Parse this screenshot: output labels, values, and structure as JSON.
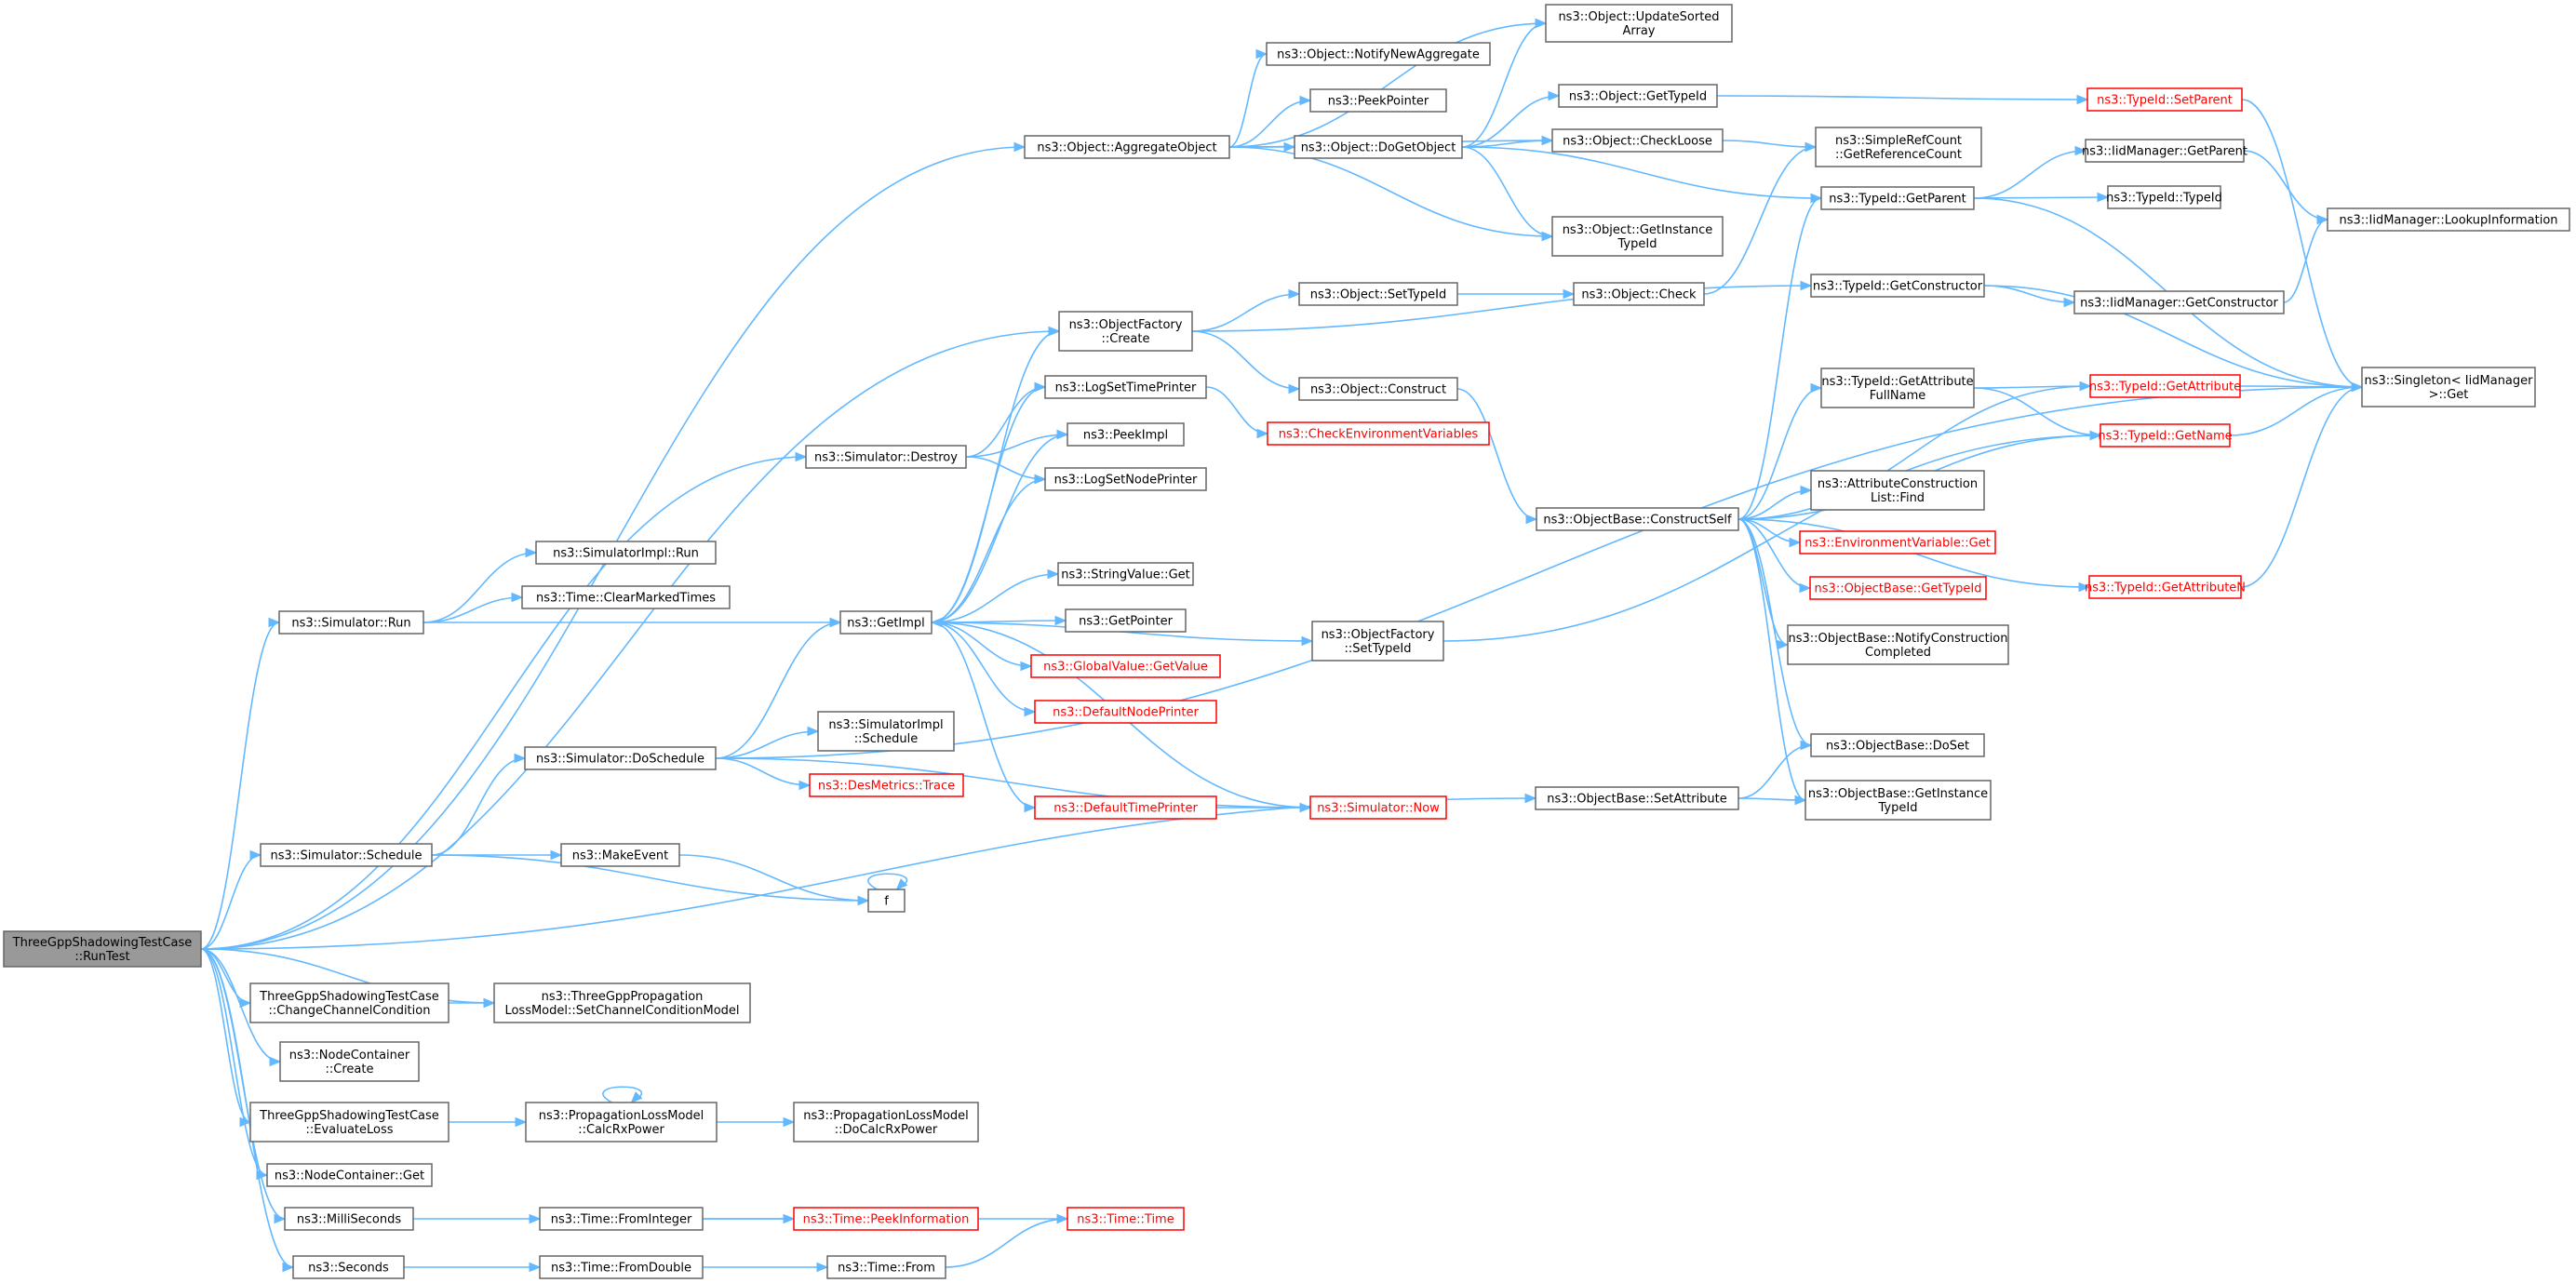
{
  "graph": {
    "nodes": [
      {
        "id": "root",
        "label": [
          "ThreeGppShadowingTestCase",
          "::RunTest"
        ],
        "style": "root"
      },
      {
        "id": "AggregateObject",
        "label": [
          "ns3::Object::AggregateObject"
        ],
        "style": "normal"
      },
      {
        "id": "UpdateSortedArray",
        "label": [
          "ns3::Object::UpdateSorted",
          "Array"
        ],
        "style": "normal"
      },
      {
        "id": "NotifyNewAggregate",
        "label": [
          "ns3::Object::NotifyNewAggregate"
        ],
        "style": "normal"
      },
      {
        "id": "PeekPointer",
        "label": [
          "ns3::PeekPointer"
        ],
        "style": "normal"
      },
      {
        "id": "DoGetObject",
        "label": [
          "ns3::Object::DoGetObject"
        ],
        "style": "normal"
      },
      {
        "id": "ObjGetTypeId",
        "label": [
          "ns3::Object::GetTypeId"
        ],
        "style": "normal"
      },
      {
        "id": "CheckLoose",
        "label": [
          "ns3::Object::CheckLoose"
        ],
        "style": "normal"
      },
      {
        "id": "ObjGetInstanceTypeId",
        "label": [
          "ns3::Object::GetInstance",
          "TypeId"
        ],
        "style": "normal"
      },
      {
        "id": "GetReferenceCount",
        "label": [
          "ns3::SimpleRefCount",
          "::GetReferenceCount"
        ],
        "style": "normal"
      },
      {
        "id": "SetParent",
        "label": [
          "ns3::TypeId::SetParent"
        ],
        "style": "red"
      },
      {
        "id": "TIGetParent",
        "label": [
          "ns3::TypeId::GetParent"
        ],
        "style": "normal"
      },
      {
        "id": "IMGetParent",
        "label": [
          "ns3::IidManager::GetParent"
        ],
        "style": "normal"
      },
      {
        "id": "TypeIdCtor",
        "label": [
          "ns3::TypeId::TypeId"
        ],
        "style": "normal"
      },
      {
        "id": "LookupInformation",
        "label": [
          "ns3::IidManager::LookupInformation"
        ],
        "style": "normal"
      },
      {
        "id": "ObjFactoryCreate",
        "label": [
          "ns3::ObjectFactory",
          "::Create"
        ],
        "style": "normal"
      },
      {
        "id": "ObjSetTypeId",
        "label": [
          "ns3::Object::SetTypeId"
        ],
        "style": "normal"
      },
      {
        "id": "ObjCheck",
        "label": [
          "ns3::Object::Check"
        ],
        "style": "normal"
      },
      {
        "id": "TIGetConstructor",
        "label": [
          "ns3::TypeId::GetConstructor"
        ],
        "style": "normal"
      },
      {
        "id": "IMGetConstructor",
        "label": [
          "ns3::IidManager::GetConstructor"
        ],
        "style": "normal"
      },
      {
        "id": "SingletonGet",
        "label": [
          "ns3::Singleton< IidManager",
          "  >::Get"
        ],
        "style": "normal"
      },
      {
        "id": "ObjConstruct",
        "label": [
          "ns3::Object::Construct"
        ],
        "style": "normal"
      },
      {
        "id": "LogSetTimePrinter",
        "label": [
          "ns3::LogSetTimePrinter"
        ],
        "style": "normal"
      },
      {
        "id": "CheckEnvVars",
        "label": [
          "ns3::CheckEnvironmentVariables"
        ],
        "style": "red"
      },
      {
        "id": "TIGetAttributeFullName",
        "label": [
          "ns3::TypeId::GetAttribute",
          "FullName"
        ],
        "style": "normal"
      },
      {
        "id": "TIGetAttribute",
        "label": [
          "ns3::TypeId::GetAttribute"
        ],
        "style": "red"
      },
      {
        "id": "TIGetName",
        "label": [
          "ns3::TypeId::GetName"
        ],
        "style": "red"
      },
      {
        "id": "SimDestroy",
        "label": [
          "ns3::Simulator::Destroy"
        ],
        "style": "normal"
      },
      {
        "id": "PeekImpl",
        "label": [
          "ns3::PeekImpl"
        ],
        "style": "normal"
      },
      {
        "id": "LogSetNodePrinter",
        "label": [
          "ns3::LogSetNodePrinter"
        ],
        "style": "normal"
      },
      {
        "id": "ConstructSelf",
        "label": [
          "ns3::ObjectBase::ConstructSelf"
        ],
        "style": "normal"
      },
      {
        "id": "ACLFind",
        "label": [
          "ns3::AttributeConstruction",
          "List::Find"
        ],
        "style": "normal"
      },
      {
        "id": "SimImplRun",
        "label": [
          "ns3::SimulatorImpl::Run"
        ],
        "style": "normal"
      },
      {
        "id": "EnvVarGet",
        "label": [
          "ns3::EnvironmentVariable::Get"
        ],
        "style": "red"
      },
      {
        "id": "ClearMarkedTimes",
        "label": [
          "ns3::Time::ClearMarkedTimes"
        ],
        "style": "normal"
      },
      {
        "id": "OBGetTypeId",
        "label": [
          "ns3::ObjectBase::GetTypeId"
        ],
        "style": "red"
      },
      {
        "id": "TIGetAttributeN",
        "label": [
          "ns3::TypeId::GetAttributeN"
        ],
        "style": "red"
      },
      {
        "id": "SimRun",
        "label": [
          "ns3::Simulator::Run"
        ],
        "style": "normal"
      },
      {
        "id": "GetImpl",
        "label": [
          "ns3::GetImpl"
        ],
        "style": "normal"
      },
      {
        "id": "StringValueGet",
        "label": [
          "ns3::StringValue::Get"
        ],
        "style": "normal"
      },
      {
        "id": "ObjFactorySetTypeId",
        "label": [
          "ns3::ObjectFactory",
          "::SetTypeId"
        ],
        "style": "normal"
      },
      {
        "id": "GetPointer",
        "label": [
          "ns3::GetPointer"
        ],
        "style": "normal"
      },
      {
        "id": "NotifyConstructionCompleted",
        "label": [
          "ns3::ObjectBase::NotifyConstruction",
          "Completed"
        ],
        "style": "normal"
      },
      {
        "id": "GlobalValueGetValue",
        "label": [
          "ns3::GlobalValue::GetValue"
        ],
        "style": "red"
      },
      {
        "id": "SimImplSchedule",
        "label": [
          "ns3::SimulatorImpl",
          "::Schedule"
        ],
        "style": "normal"
      },
      {
        "id": "DefaultNodePrinter",
        "label": [
          "ns3::DefaultNodePrinter"
        ],
        "style": "red"
      },
      {
        "id": "SimDoSchedule",
        "label": [
          "ns3::Simulator::DoSchedule"
        ],
        "style": "normal"
      },
      {
        "id": "OBDoSet",
        "label": [
          "ns3::ObjectBase::DoSet"
        ],
        "style": "normal"
      },
      {
        "id": "DesMetricsTrace",
        "label": [
          "ns3::DesMetrics::Trace"
        ],
        "style": "red"
      },
      {
        "id": "OBGetInstanceTypeId",
        "label": [
          "ns3::ObjectBase::GetInstance",
          "TypeId"
        ],
        "style": "normal"
      },
      {
        "id": "OBSetAttribute",
        "label": [
          "ns3::ObjectBase::SetAttribute"
        ],
        "style": "normal"
      },
      {
        "id": "DefaultTimePrinter",
        "label": [
          "ns3::DefaultTimePrinter"
        ],
        "style": "red"
      },
      {
        "id": "SimNow",
        "label": [
          "ns3::Simulator::Now"
        ],
        "style": "red"
      },
      {
        "id": "SimSchedule",
        "label": [
          "ns3::Simulator::Schedule"
        ],
        "style": "normal"
      },
      {
        "id": "MakeEvent",
        "label": [
          "ns3::MakeEvent"
        ],
        "style": "normal"
      },
      {
        "id": "f",
        "label": [
          "f"
        ],
        "style": "normal"
      },
      {
        "id": "ChangeChannelCondition",
        "label": [
          "ThreeGppShadowingTestCase",
          "::ChangeChannelCondition"
        ],
        "style": "normal"
      },
      {
        "id": "SetChannelConditionModel",
        "label": [
          "ns3::ThreeGppPropagation",
          "LossModel::SetChannelConditionModel"
        ],
        "style": "normal"
      },
      {
        "id": "NCCreate",
        "label": [
          "ns3::NodeContainer",
          "::Create"
        ],
        "style": "normal"
      },
      {
        "id": "EvaluateLoss",
        "label": [
          "ThreeGppShadowingTestCase",
          "::EvaluateLoss"
        ],
        "style": "normal"
      },
      {
        "id": "CalcRxPower",
        "label": [
          "ns3::PropagationLossModel",
          "::CalcRxPower"
        ],
        "style": "normal"
      },
      {
        "id": "DoCalcRxPower",
        "label": [
          "ns3::PropagationLossModel",
          "::DoCalcRxPower"
        ],
        "style": "normal"
      },
      {
        "id": "NCGet",
        "label": [
          "ns3::NodeContainer::Get"
        ],
        "style": "normal"
      },
      {
        "id": "MilliSeconds",
        "label": [
          "ns3::MilliSeconds"
        ],
        "style": "normal"
      },
      {
        "id": "FromInteger",
        "label": [
          "ns3::Time::FromInteger"
        ],
        "style": "normal"
      },
      {
        "id": "PeekInformation",
        "label": [
          "ns3::Time::PeekInformation"
        ],
        "style": "red"
      },
      {
        "id": "TimeTime",
        "label": [
          "ns3::Time::Time"
        ],
        "style": "red"
      },
      {
        "id": "Seconds",
        "label": [
          "ns3::Seconds"
        ],
        "style": "normal"
      },
      {
        "id": "FromDouble",
        "label": [
          "ns3::Time::FromDouble"
        ],
        "style": "normal"
      },
      {
        "id": "TimeFrom",
        "label": [
          "ns3::Time::From"
        ],
        "style": "normal"
      }
    ],
    "edges": [
      [
        "root",
        "AggregateObject"
      ],
      [
        "root",
        "ObjFactoryCreate"
      ],
      [
        "root",
        "SimDestroy"
      ],
      [
        "root",
        "SimRun"
      ],
      [
        "root",
        "SimSchedule"
      ],
      [
        "root",
        "OBSetAttribute"
      ],
      [
        "root",
        "ChangeChannelCondition"
      ],
      [
        "root",
        "SetChannelConditionModel"
      ],
      [
        "root",
        "NCCreate"
      ],
      [
        "root",
        "EvaluateLoss"
      ],
      [
        "root",
        "NCGet"
      ],
      [
        "root",
        "MilliSeconds"
      ],
      [
        "root",
        "Seconds"
      ],
      [
        "AggregateObject",
        "UpdateSortedArray"
      ],
      [
        "AggregateObject",
        "NotifyNewAggregate"
      ],
      [
        "AggregateObject",
        "PeekPointer"
      ],
      [
        "AggregateObject",
        "DoGetObject"
      ],
      [
        "AggregateObject",
        "CheckLoose"
      ],
      [
        "AggregateObject",
        "ObjGetInstanceTypeId"
      ],
      [
        "DoGetObject",
        "UpdateSortedArray"
      ],
      [
        "DoGetObject",
        "ObjGetTypeId"
      ],
      [
        "DoGetObject",
        "CheckLoose"
      ],
      [
        "DoGetObject",
        "ObjGetInstanceTypeId"
      ],
      [
        "DoGetObject",
        "TIGetParent"
      ],
      [
        "ObjGetTypeId",
        "SetParent"
      ],
      [
        "CheckLoose",
        "GetReferenceCount"
      ],
      [
        "SetParent",
        "SingletonGet"
      ],
      [
        "TIGetParent",
        "IMGetParent"
      ],
      [
        "TIGetParent",
        "TypeIdCtor"
      ],
      [
        "TIGetParent",
        "SingletonGet"
      ],
      [
        "IMGetParent",
        "LookupInformation"
      ],
      [
        "ObjFactoryCreate",
        "ObjSetTypeId"
      ],
      [
        "ObjFactoryCreate",
        "ObjConstruct"
      ],
      [
        "ObjFactoryCreate",
        "TIGetConstructor"
      ],
      [
        "ObjSetTypeId",
        "ObjCheck"
      ],
      [
        "ObjCheck",
        "GetReferenceCount"
      ],
      [
        "TIGetConstructor",
        "IMGetConstructor"
      ],
      [
        "TIGetConstructor",
        "SingletonGet"
      ],
      [
        "IMGetConstructor",
        "LookupInformation"
      ],
      [
        "ObjConstruct",
        "ConstructSelf"
      ],
      [
        "LogSetTimePrinter",
        "CheckEnvVars"
      ],
      [
        "TIGetAttributeFullName",
        "TIGetAttribute"
      ],
      [
        "TIGetAttributeFullName",
        "TIGetName"
      ],
      [
        "TIGetAttribute",
        "SingletonGet"
      ],
      [
        "TIGetName",
        "SingletonGet"
      ],
      [
        "SimDestroy",
        "LogSetTimePrinter"
      ],
      [
        "SimDestroy",
        "PeekImpl"
      ],
      [
        "SimDestroy",
        "LogSetNodePrinter"
      ],
      [
        "ConstructSelf",
        "TIGetParent"
      ],
      [
        "ConstructSelf",
        "TIGetAttribute"
      ],
      [
        "ConstructSelf",
        "TIGetAttributeFullName"
      ],
      [
        "ConstructSelf",
        "TIGetName"
      ],
      [
        "ConstructSelf",
        "ACLFind"
      ],
      [
        "ConstructSelf",
        "EnvVarGet"
      ],
      [
        "ConstructSelf",
        "OBGetTypeId"
      ],
      [
        "ConstructSelf",
        "NotifyConstructionCompleted"
      ],
      [
        "ConstructSelf",
        "TIGetAttributeN"
      ],
      [
        "ConstructSelf",
        "OBDoSet"
      ],
      [
        "ConstructSelf",
        "OBGetInstanceTypeId"
      ],
      [
        "TIGetAttributeN",
        "SingletonGet"
      ],
      [
        "SimRun",
        "SimImplRun"
      ],
      [
        "SimRun",
        "ClearMarkedTimes"
      ],
      [
        "SimRun",
        "GetImpl"
      ],
      [
        "GetImpl",
        "ObjFactoryCreate"
      ],
      [
        "GetImpl",
        "LogSetTimePrinter"
      ],
      [
        "GetImpl",
        "PeekImpl"
      ],
      [
        "GetImpl",
        "LogSetNodePrinter"
      ],
      [
        "GetImpl",
        "StringValueGet"
      ],
      [
        "GetImpl",
        "GetPointer"
      ],
      [
        "GetImpl",
        "GlobalValueGetValue"
      ],
      [
        "GetImpl",
        "DefaultNodePrinter"
      ],
      [
        "GetImpl",
        "DefaultTimePrinter"
      ],
      [
        "GetImpl",
        "ObjFactorySetTypeId"
      ],
      [
        "ObjFactorySetTypeId",
        "TIGetName"
      ],
      [
        "SimDoSchedule",
        "GetImpl"
      ],
      [
        "SimDoSchedule",
        "SimImplSchedule"
      ],
      [
        "SimDoSchedule",
        "DesMetricsTrace"
      ],
      [
        "SimDoSchedule",
        "SimNow"
      ],
      [
        "SimDoSchedule",
        "SingletonGet"
      ],
      [
        "SimNow",
        "GetImpl"
      ],
      [
        "DefaultTimePrinter",
        "SimNow"
      ],
      [
        "OBSetAttribute",
        "OBDoSet"
      ],
      [
        "OBSetAttribute",
        "OBGetInstanceTypeId"
      ],
      [
        "SimSchedule",
        "SimDoSchedule"
      ],
      [
        "SimSchedule",
        "MakeEvent"
      ],
      [
        "SimSchedule",
        "f"
      ],
      [
        "MakeEvent",
        "f"
      ],
      [
        "f",
        "f"
      ],
      [
        "ChangeChannelCondition",
        "SetChannelConditionModel"
      ],
      [
        "EvaluateLoss",
        "CalcRxPower"
      ],
      [
        "CalcRxPower",
        "DoCalcRxPower"
      ],
      [
        "CalcRxPower",
        "CalcRxPower"
      ],
      [
        "MilliSeconds",
        "FromInteger"
      ],
      [
        "FromInteger",
        "PeekInformation"
      ],
      [
        "FromInteger",
        "TimeTime"
      ],
      [
        "Seconds",
        "FromDouble"
      ],
      [
        "FromDouble",
        "TimeFrom"
      ],
      [
        "TimeFrom",
        "TimeTime"
      ]
    ]
  }
}
